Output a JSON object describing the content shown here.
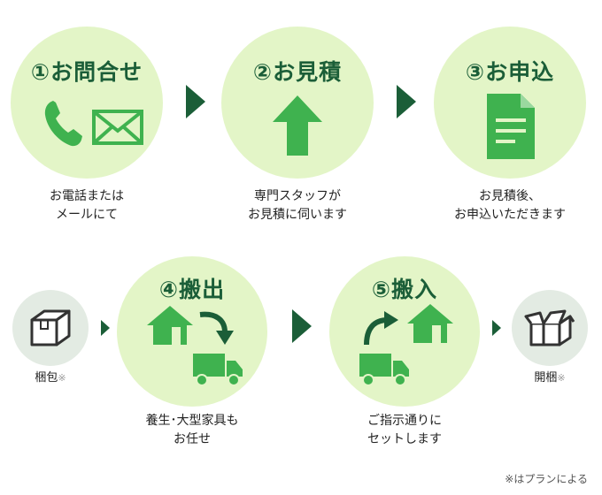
{
  "steps": [
    {
      "title": "①お問合せ",
      "caption_line1": "お電話または",
      "caption_line2": "メールにて",
      "icons": [
        "phone-icon",
        "envelope-icon"
      ]
    },
    {
      "title": "②お見積",
      "caption_line1": "専門スタッフが",
      "caption_line2": "お見積に伺います",
      "icons": [
        "up-arrow-icon"
      ]
    },
    {
      "title": "③お申込",
      "caption_line1": "お見積後、",
      "caption_line2": "お申込いただきます",
      "icons": [
        "document-icon"
      ]
    },
    {
      "title": "④搬出",
      "caption_line1": "養生･大型家具も",
      "caption_line2": "お任せ",
      "icons": [
        "house-icon",
        "curved-arrow-icon",
        "truck-icon"
      ]
    },
    {
      "title": "⑤搬入",
      "caption_line1": "ご指示通りに",
      "caption_line2": "セットします",
      "icons": [
        "truck-icon",
        "curved-arrow-icon",
        "house-icon"
      ]
    }
  ],
  "optional": [
    {
      "label": "梱包",
      "note": "※",
      "icon": "closed-box-icon"
    },
    {
      "label": "開梱",
      "note": "※",
      "icon": "open-box-icon"
    }
  ],
  "footnote": "※はプランによる",
  "colors": {
    "accent": "#1b5e38",
    "icon": "#3fb24f",
    "circle": "#e3f5c7",
    "small_circle": "#e3ebe3"
  }
}
